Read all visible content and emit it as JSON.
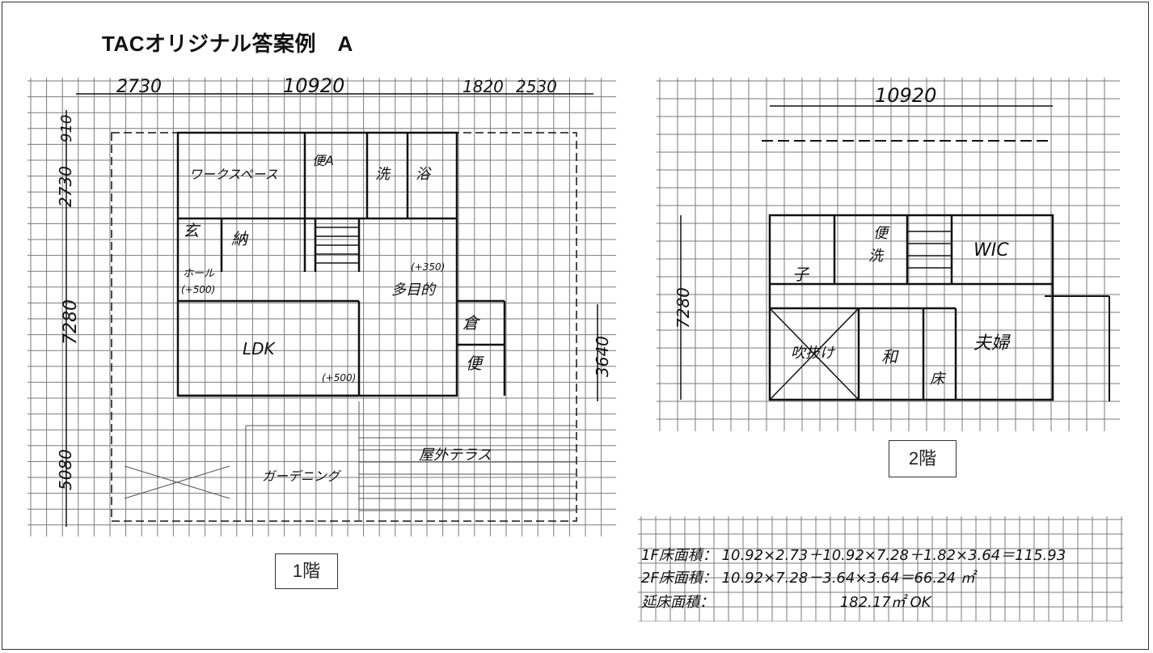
{
  "title": "TACオリジナル答案例　A",
  "floor1": {
    "label": "1階",
    "dims": {
      "top": [
        "2730",
        "10920",
        "1820",
        "2530"
      ],
      "left": [
        "910",
        "2730",
        "7280",
        "5080"
      ],
      "right": [
        "3640"
      ]
    },
    "rooms": [
      "ワークスペース",
      "便A",
      "洗",
      "浴",
      "玄",
      "納",
      "ホール",
      "(+500)",
      "(+350)",
      "多目的",
      "LDK",
      "(+500)",
      "倉",
      "便",
      "ガーデニング",
      "屋外テラス"
    ]
  },
  "floor2": {
    "label": "2階",
    "dims": {
      "top": [
        "10920"
      ],
      "left": [
        "7280"
      ]
    },
    "rooms": [
      "便",
      "洗",
      "WIC",
      "子",
      "吹抜け",
      "和",
      "夫婦",
      "床"
    ]
  },
  "area_calc": {
    "rows": [
      {
        "label": "1F床面積：",
        "formula": "10.92×2.73＋10.92×7.28＋1.82×3.64＝115.93"
      },
      {
        "label": "2F床面積：",
        "formula": "10.92×7.28－3.64×3.64＝66.24 ㎡"
      },
      {
        "label": "延床面積：",
        "formula": "182.17㎡ OK"
      }
    ]
  },
  "colors": {
    "grid": "#7a7a7a",
    "wall": "#111111",
    "frame": "#333333"
  }
}
